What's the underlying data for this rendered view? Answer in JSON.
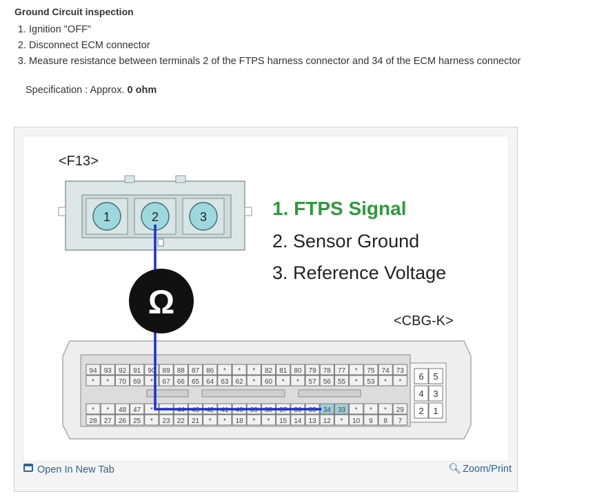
{
  "heading": "Ground Circuit inspection",
  "steps": [
    "Ignition \"OFF\"",
    "Disconnect ECM connector",
    "Measure resistance between terminals 2 of the FTPS harness connector and 34 of the ECM harness connector"
  ],
  "spec": {
    "label": "Specification : Approx.",
    "value": "0 ohm"
  },
  "diagram": {
    "f13_label": "<F13>",
    "f13_pins": [
      "1",
      "2",
      "3"
    ],
    "legend": [
      "1. FTPS Signal",
      "2. Sensor Ground",
      "3. Reference Voltage"
    ],
    "legend_colors": [
      "#2e9a3b",
      "#222222",
      "#222222"
    ],
    "meter_symbol": "Ω",
    "cbg_label": "<CBG-K>",
    "ecm_rows": [
      [
        "94",
        "93",
        "92",
        "91",
        "90",
        "89",
        "88",
        "87",
        "86",
        "*",
        "*",
        "*",
        "82",
        "81",
        "80",
        "79",
        "78",
        "77",
        "*",
        "75",
        "74",
        "73"
      ],
      [
        "*",
        "*",
        "70",
        "69",
        "*",
        "67",
        "66",
        "65",
        "64",
        "63",
        "62",
        "*",
        "60",
        "*",
        "*",
        "57",
        "56",
        "55",
        "*",
        "53",
        "*",
        "*"
      ],
      [
        "*",
        "*",
        "48",
        "47",
        "*",
        "*",
        "44",
        "43",
        "42",
        "41",
        "40",
        "39",
        "38",
        "37",
        "36",
        "35",
        "34",
        "33",
        "*",
        "*",
        "*",
        "29"
      ],
      [
        "28",
        "27",
        "26",
        "25",
        "*",
        "23",
        "22",
        "21",
        "*",
        "*",
        "18",
        "*",
        "*",
        "15",
        "14",
        "13",
        "12",
        "*",
        "10",
        "9",
        "8",
        "7"
      ]
    ],
    "side_block": [
      [
        "6",
        "5"
      ],
      [
        "4",
        "3"
      ],
      [
        "2",
        "1"
      ]
    ],
    "wire_color": "#1a2fd6"
  },
  "footer": {
    "open_tab": "Open In New Tab",
    "zoom": "Zoom/Print",
    "open_tab_icon": "open-tab-icon",
    "zoom_icon": "magnifier-icon"
  }
}
